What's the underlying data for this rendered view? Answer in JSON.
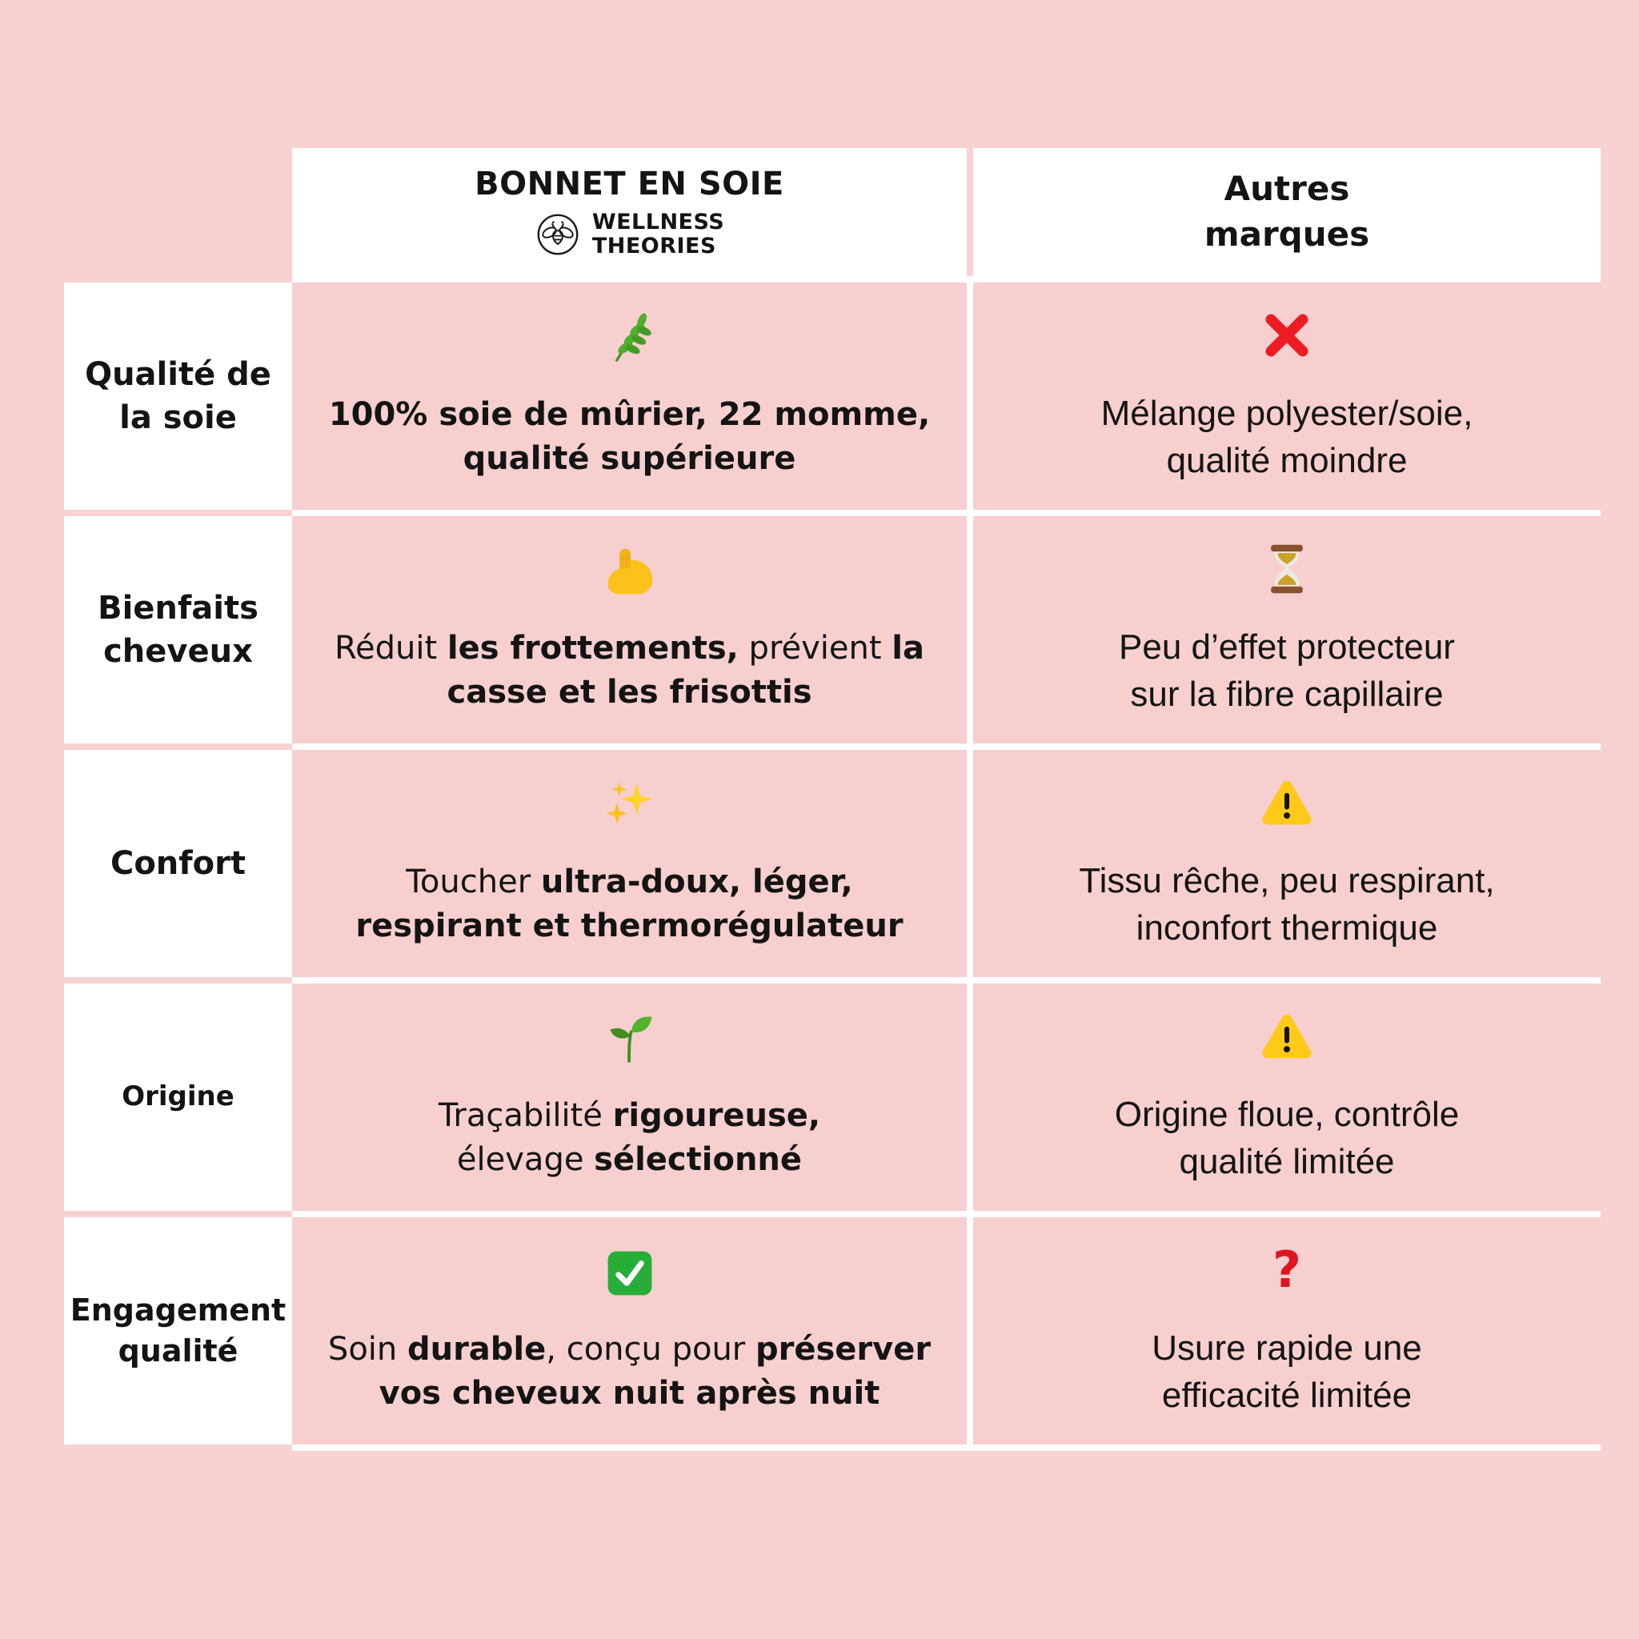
{
  "page": {
    "background_color": "#f8d2d2",
    "panel_color": "#ffffff",
    "cell_color": "#f7cfcf",
    "text_color": "#141414"
  },
  "header": {
    "product": {
      "title": "BONNET EN SOIE",
      "brand_name": "WELLNESS\nTHEORIES",
      "logo_icon": "bee-logo-icon"
    },
    "competitor": {
      "title": "Autres\nmarques"
    }
  },
  "rows": [
    {
      "label": "Qualité de\nla soie",
      "product": {
        "icon": "herb-icon",
        "segments": [
          {
            "t": "100% soie de mûrier, 22 momme,\nqualité supérieure",
            "b": true
          }
        ]
      },
      "competitor": {
        "icon": "cross-mark-icon",
        "segments": [
          {
            "t": "Mélange polyester/soie,\nqualité moindre",
            "b": false
          }
        ]
      }
    },
    {
      "label": "Bienfaits\ncheveux",
      "product": {
        "icon": "flexed-biceps-icon",
        "segments": [
          {
            "t": "Réduit ",
            "b": false
          },
          {
            "t": "les frottements,",
            "b": true
          },
          {
            "t": " prévient ",
            "b": false
          },
          {
            "t": "la\ncasse et les frisottis",
            "b": true
          }
        ]
      },
      "competitor": {
        "icon": "hourglass-icon",
        "segments": [
          {
            "t": "Peu d’effet protecteur\nsur la fibre capillaire",
            "b": false
          }
        ]
      }
    },
    {
      "label": "Confort",
      "product": {
        "icon": "sparkles-icon",
        "segments": [
          {
            "t": "Toucher ",
            "b": false
          },
          {
            "t": "ultra-doux, léger,\nrespirant et thermorégulateur",
            "b": true
          }
        ]
      },
      "competitor": {
        "icon": "warning-icon",
        "segments": [
          {
            "t": "Tissu rêche, peu respirant,\ninconfort thermique",
            "b": false
          }
        ]
      }
    },
    {
      "label": "Origine",
      "product": {
        "icon": "seedling-icon",
        "segments": [
          {
            "t": "Traçabilité ",
            "b": false
          },
          {
            "t": "rigoureuse,",
            "b": true
          },
          {
            "t": "\nélevage ",
            "b": false
          },
          {
            "t": "sélectionné",
            "b": true
          }
        ]
      },
      "competitor": {
        "icon": "warning-icon",
        "segments": [
          {
            "t": "Origine floue, contrôle\nqualité limitée",
            "b": false
          }
        ]
      }
    },
    {
      "label": "Engagement\nqualité",
      "product": {
        "icon": "check-mark-icon",
        "segments": [
          {
            "t": "Soin ",
            "b": false
          },
          {
            "t": "durable",
            "b": true
          },
          {
            "t": ", conçu pour ",
            "b": false
          },
          {
            "t": "préserver\nvos cheveux nuit après nuit",
            "b": true
          }
        ]
      },
      "competitor": {
        "icon": "question-mark-icon",
        "segments": [
          {
            "t": "Usure rapide une\nefficacité limitée",
            "b": false
          }
        ]
      }
    }
  ],
  "icon_colors": {
    "cross_red": "#ed1c24",
    "question_red": "#e0141f",
    "warning_yellow": "#ffc918",
    "check_green": "#27ae38",
    "herb_green": "#4fae2d",
    "seedling_green": "#54b32c",
    "biceps_yellow": "#fcc21c",
    "hourglass_brown": "#8a512e"
  }
}
